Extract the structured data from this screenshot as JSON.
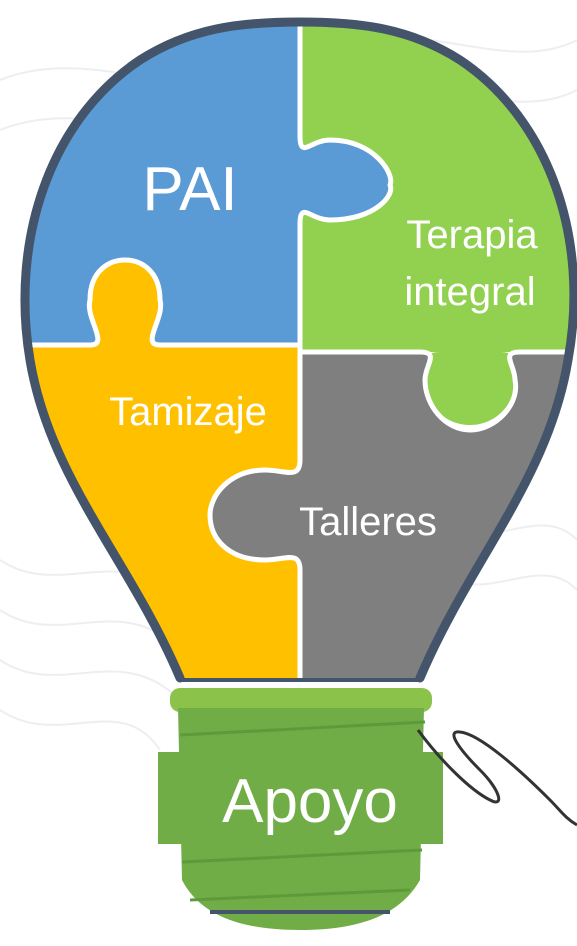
{
  "pieces": {
    "pai": {
      "label": "PAI",
      "color": "#5B9BD5"
    },
    "terapia": {
      "line1": "Terapia",
      "line2": "integral",
      "color": "#92D050"
    },
    "tamizaje": {
      "label": "Tamizaje",
      "color": "#FFC000"
    },
    "talleres": {
      "label": "Talleres",
      "color": "#7F7F7F"
    }
  },
  "base": {
    "label": "Apoyo",
    "color": "#70AD47"
  },
  "outline_color": "#44546A",
  "background_pattern_color": "#ECEEF1"
}
